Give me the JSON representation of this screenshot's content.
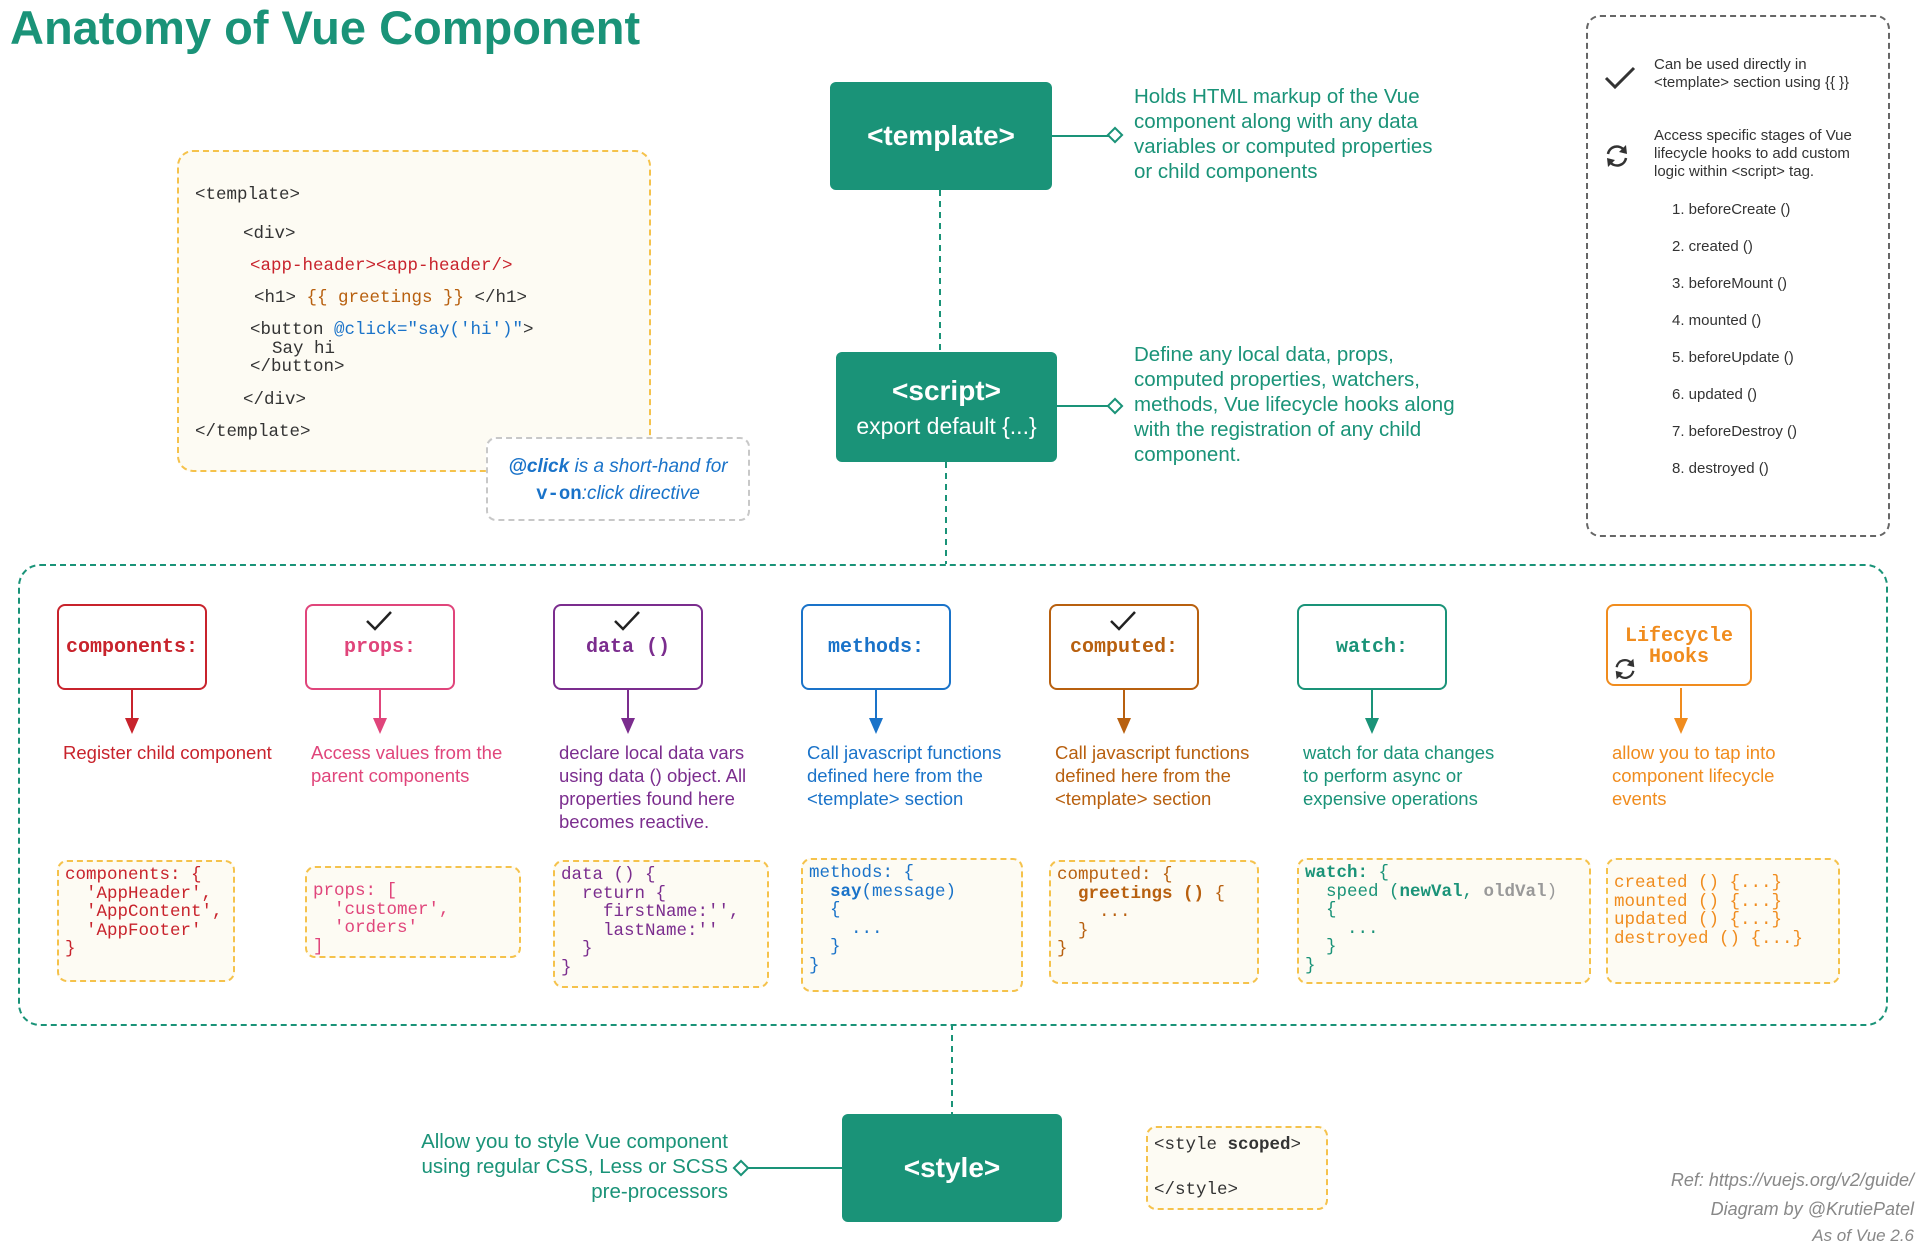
{
  "title": "Anatomy of Vue Component",
  "colors": {
    "accent": "#1a9378",
    "components": "#c8232c",
    "props": "#e0457b",
    "data": "#7b2d8e",
    "methods": "#1a73c9",
    "computed": "#b8600f",
    "watch": "#1a9378",
    "lifecycle": "#f08c1e",
    "code_border": "#f5c24b"
  },
  "template_box": {
    "label": "<template>",
    "description": [
      "Holds HTML markup of the Vue",
      "component  along with any data",
      "variables or computed properties",
      "or child components"
    ]
  },
  "script_box": {
    "label": "<script>",
    "sublabel": "export default {...}",
    "description": [
      "Define any local data, props,",
      "computed properties, watchers,",
      "methods, Vue lifecycle hooks along",
      "with the registration of any child",
      "component."
    ]
  },
  "style_box": {
    "label": "<style>",
    "description": [
      "Allow you to style Vue component",
      "using regular CSS, Less or SCSS",
      "pre-processors"
    ]
  },
  "template_code": {
    "open": "<template>",
    "div_open": "<div>",
    "app_header": "<app-header><app-header/>",
    "h1_open": "<h1> ",
    "h1_expr": "{{ greetings }}",
    "h1_close": " </h1>",
    "button_open": "<button ",
    "button_attr": "@click=\"say('hi')\"",
    "button_gt": ">",
    "button_text": "Say hi",
    "button_close": "</button>",
    "div_close": "</div>",
    "close": "</template>"
  },
  "click_note": {
    "line1_strong": "@click",
    "line1_rest": " is a short-hand for",
    "line2_strong": "v-on",
    "line2_rest": ":click directive"
  },
  "legend": {
    "check_text": [
      "Can be used directly in",
      "<template> section using {{ }}"
    ],
    "cycle_text": [
      "Access specific stages of Vue",
      "lifecycle hooks to add custom",
      "logic within <script> tag."
    ],
    "hooks": [
      "1. beforeCreate ()",
      "2. created ()",
      "3. beforeMount ()",
      "4. mounted ()",
      "5. beforeUpdate ()",
      "6. updated ()",
      "7. beforeDestroy ()",
      "8. destroyed ()"
    ],
    "check_icon": "check-icon",
    "cycle_icon": "refresh-icon"
  },
  "options": [
    {
      "key": "components",
      "label": "components:",
      "desc": [
        "Register child component"
      ],
      "checked": false,
      "code": [
        [
          [
            "components: {",
            "#c8232c"
          ]
        ],
        [
          [
            "  'AppHeader',",
            "#c8232c"
          ]
        ],
        [
          [
            "  'AppContent',",
            "#c8232c"
          ]
        ],
        [
          [
            "  'AppFooter'",
            "#c8232c"
          ]
        ],
        [
          [
            "}",
            "#c8232c"
          ]
        ]
      ]
    },
    {
      "key": "props",
      "label": "props:",
      "desc": [
        "Access values from the",
        "parent components"
      ],
      "checked": true,
      "code": [
        [
          [
            "props: [",
            "#e0457b"
          ]
        ],
        [
          [
            "  'customer',",
            "#e0457b"
          ]
        ],
        [
          [
            "  'orders'",
            "#e0457b"
          ]
        ],
        [
          [
            "]",
            "#e0457b"
          ]
        ]
      ]
    },
    {
      "key": "data",
      "label": "data ()",
      "desc": [
        "declare local data vars",
        "using data () object. All",
        "properties found here",
        "becomes reactive."
      ],
      "checked": true,
      "code": [
        [
          [
            "data () {",
            "#7b2d8e"
          ]
        ],
        [
          [
            "  return {",
            "#7b2d8e"
          ]
        ],
        [
          [
            "    firstName:'',",
            "#7b2d8e"
          ]
        ],
        [
          [
            "    lastName:''",
            "#7b2d8e"
          ]
        ],
        [
          [
            "  }",
            "#7b2d8e"
          ]
        ],
        [
          [
            "}",
            "#7b2d8e"
          ]
        ]
      ]
    },
    {
      "key": "methods",
      "label": "methods:",
      "desc": [
        "Call javascript functions",
        "defined here from the",
        "<template> section"
      ],
      "checked": false,
      "code": [
        [
          [
            "methods: {",
            "#1a73c9"
          ]
        ],
        [
          [
            "  ",
            "#1a73c9"
          ],
          [
            "say",
            "#1a73c9",
            true
          ],
          [
            "(message)",
            "#1a73c9"
          ]
        ],
        [
          [
            "  {",
            "#1a73c9"
          ]
        ],
        [
          [
            "    ...",
            "#1a73c9"
          ]
        ],
        [
          [
            "  }",
            "#1a73c9"
          ]
        ],
        [
          [
            "}",
            "#1a73c9"
          ]
        ]
      ]
    },
    {
      "key": "computed",
      "label": "computed:",
      "desc": [
        "Call javascript functions",
        "defined here from the",
        "<template> section"
      ],
      "checked": true,
      "code": [
        [
          [
            "computed: {",
            "#b8600f"
          ]
        ],
        [
          [
            "  ",
            "#b8600f"
          ],
          [
            "greetings () ",
            "#b8600f",
            true
          ],
          [
            "{",
            "#b8600f"
          ]
        ],
        [
          [
            "    ...",
            "#b8600f"
          ]
        ],
        [
          [
            "  }",
            "#b8600f"
          ]
        ],
        [
          [
            "}",
            "#b8600f"
          ]
        ]
      ]
    },
    {
      "key": "watch",
      "label": "watch:",
      "desc": [
        "watch for data changes",
        "to perform async or",
        "expensive operations"
      ],
      "checked": false,
      "code": [
        [
          [
            "watch: ",
            "#1a9378",
            true
          ],
          [
            "{",
            "#1a9378"
          ]
        ],
        [
          [
            "  speed (",
            "#1a9378"
          ],
          [
            "newVal",
            "#1a9378",
            true
          ],
          [
            ", ",
            "#1a9378"
          ],
          [
            "oldVal",
            "#999999",
            true
          ],
          [
            ")",
            "#999999"
          ]
        ],
        [
          [
            "  {",
            "#1a9378"
          ]
        ],
        [
          [
            "    ...",
            "#1a9378"
          ]
        ],
        [
          [
            "  }",
            "#1a9378"
          ]
        ],
        [
          [
            "}",
            "#1a9378"
          ]
        ]
      ]
    },
    {
      "key": "lifecycle",
      "label": "Lifecycle Hooks",
      "desc": [
        "allow you to tap into",
        "component lifecycle",
        "events"
      ],
      "checked": false,
      "code": [
        [
          [
            "created () {...}",
            "#f08c1e"
          ]
        ],
        [
          [
            "mounted () {...}",
            "#f08c1e"
          ]
        ],
        [
          [
            "updated () {...}",
            "#f08c1e"
          ]
        ],
        [
          [
            "destroyed () {...}",
            "#f08c1e"
          ]
        ]
      ]
    }
  ],
  "style_code": {
    "open_tag": "<style ",
    "scoped": "scoped",
    "open_gt": ">",
    "close_tag": "</style>"
  },
  "references": {
    "ref": "Ref: https://vuejs.org/v2/guide/",
    "author": "Diagram by @KrutiePatel",
    "version": "As of Vue 2.6"
  }
}
